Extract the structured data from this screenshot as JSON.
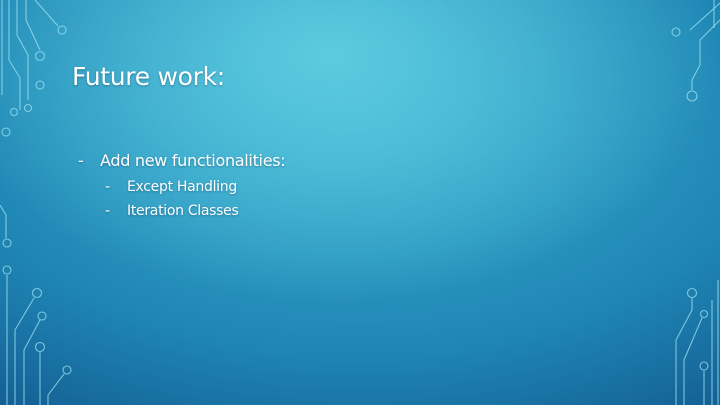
{
  "slide": {
    "title": "Future work:",
    "bullets": [
      {
        "marker": "-",
        "text": "Add new functionalities:",
        "sub_items": [
          {
            "marker": "-",
            "text": "Except Handling"
          },
          {
            "marker": "-",
            "text": "Iteration Classes"
          }
        ]
      }
    ]
  },
  "theme": {
    "circuit_color": "#9fe3f2",
    "text_color": "#ffffff"
  }
}
